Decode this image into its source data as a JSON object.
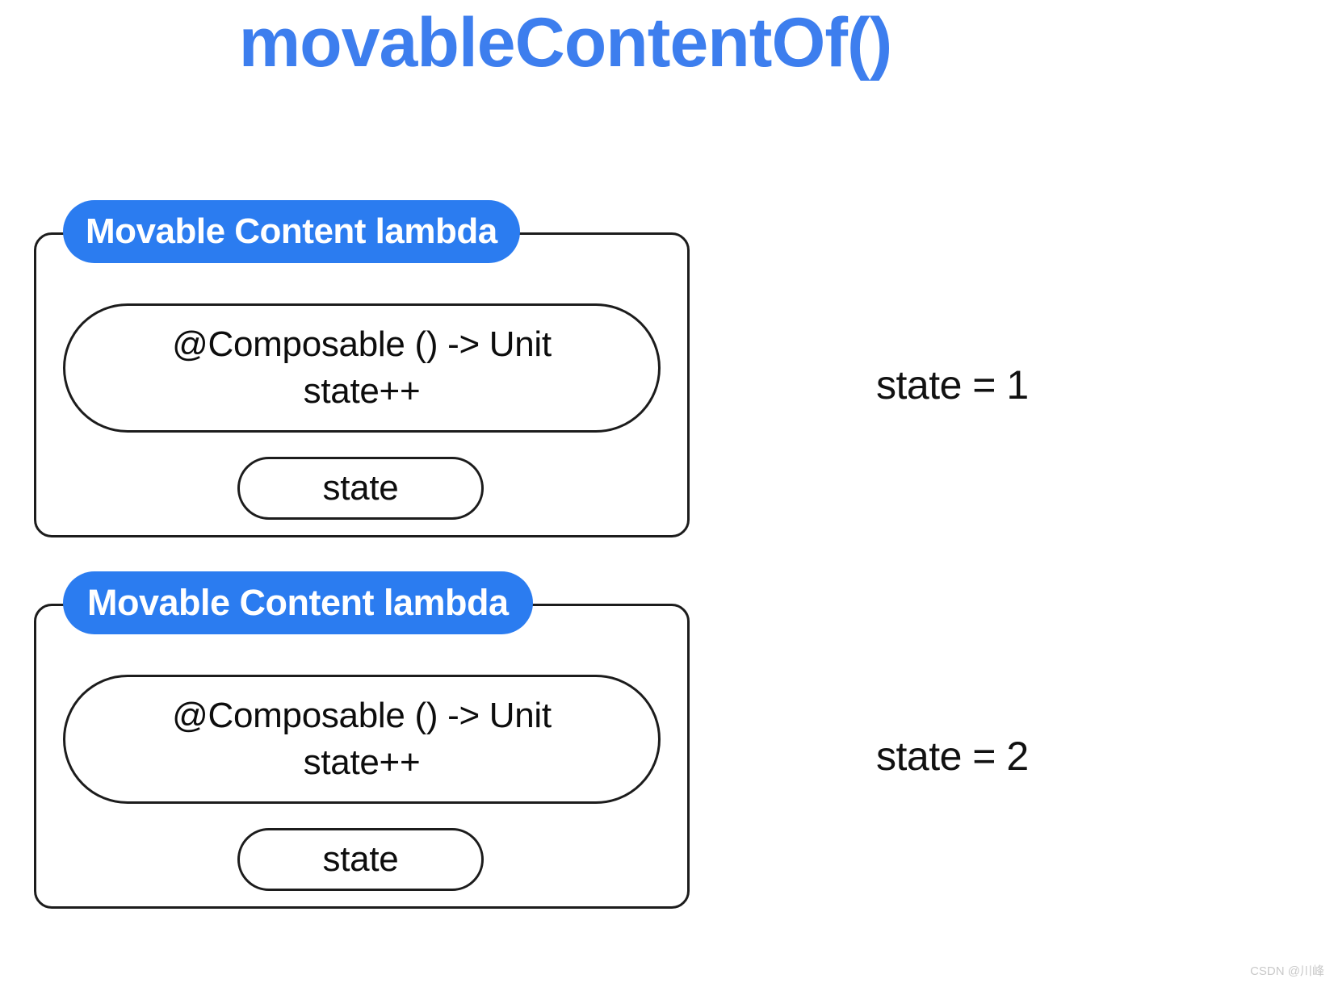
{
  "title": "movableContentOf()",
  "theme": {
    "title_color": "#3d7eee",
    "badge_color": "#2b7cf0",
    "badge_text_color": "#ffffff",
    "outline_color": "#1c1c1c",
    "background": "#ffffff",
    "watermark_color": "#c9c9c9"
  },
  "groups": [
    {
      "badge_label": "Movable Content lambda",
      "composable_signature": "@Composable () -> Unit",
      "composable_body": "state++",
      "state_box_label": "state",
      "state_readout": "state = 1"
    },
    {
      "badge_label": "Movable Content lambda",
      "composable_signature": "@Composable () -> Unit",
      "composable_body": "state++",
      "state_box_label": "state",
      "state_readout": "state = 2"
    }
  ],
  "watermark": "CSDN @川峰"
}
